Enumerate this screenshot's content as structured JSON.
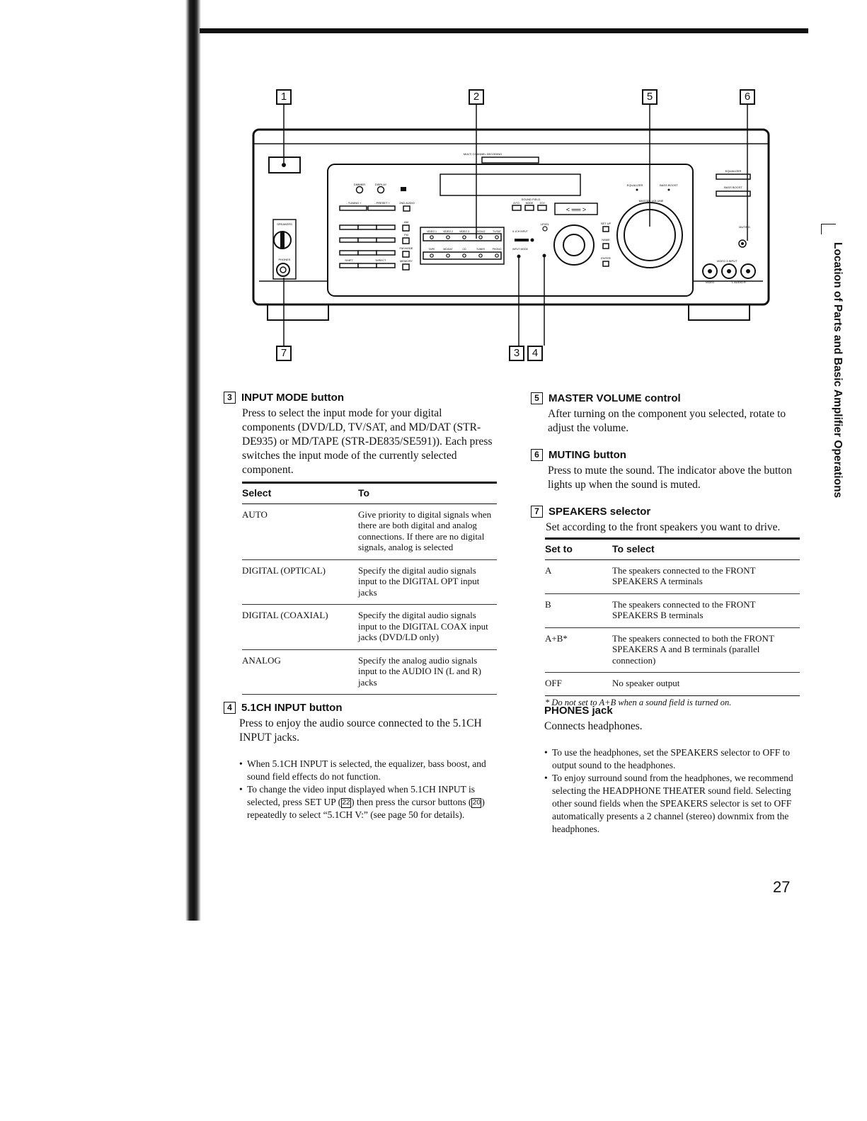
{
  "callouts": {
    "c1": "1",
    "c2": "2",
    "c3": "3",
    "c4": "4",
    "c5": "5",
    "c6": "6",
    "c7": "7"
  },
  "panel_labels": {
    "multi": "MULTI CHANNEL DECODING",
    "dimmer": "DIMMER",
    "display": "DISPLAY",
    "tuning": "- TUNING +",
    "preset": "- PRESET +",
    "twoch": "2ND AUDIO",
    "sound_field": "SOUND FIELD",
    "afd": "A.F.D.",
    "mode": "MODE",
    "rev": "2CH",
    "equalizer": "EQUALIZER",
    "bass_boost": "BASS BOOST",
    "master_volume": "MASTER VOLUME",
    "speakers": "SPEAKERS",
    "phones": "PHONES",
    "am": "AM",
    "fm": "FM",
    "fm_mode": "FM MODE",
    "shift": "SHIFT",
    "direct": "DIRECT",
    "memory": "MEMORY",
    "video1": "VIDEO 1",
    "video2": "VIDEO 2",
    "video3": "VIDEO 3",
    "dvd": "DVD/LD",
    "tvsat": "TV/SAT",
    "tape": "TAPE",
    "mddat": "MD/DAT",
    "cd": "CD",
    "tuner": "TUNER",
    "phono": "PHONO",
    "ch_input": "5.1CH INPUT",
    "input_mode": "INPUT MODE",
    "level": "LEVEL",
    "set_up": "SET UP",
    "name": "NAME",
    "enter": "ENTER",
    "muting": "MUTING",
    "video3_input": "VIDEO 3 INPUT",
    "video": "VIDEO",
    "audio": "L AUDIO R"
  },
  "input_mode": {
    "number": "3",
    "title": "INPUT MODE button",
    "desc": "Press to select the input mode for your digital components (DVD/LD, TV/SAT, and MD/DAT (STR-DE935) or MD/TAPE (STR-DE835/SE591)). Each press switches the input mode of the currently selected component.",
    "col_select": "Select",
    "col_to": "To",
    "rows": [
      {
        "select": "AUTO",
        "to": "Give priority to digital signals when there are both digital and analog connections. If there are no digital signals, analog is selected"
      },
      {
        "select": "DIGITAL (OPTICAL)",
        "to": "Specify the digital audio signals input to the DIGITAL OPT input jacks"
      },
      {
        "select": "DIGITAL (COAXIAL)",
        "to": "Specify the digital audio signals input to the DIGITAL COAX input jacks (DVD/LD only)"
      },
      {
        "select": "ANALOG",
        "to": "Specify the analog audio signals input to the AUDIO IN (L and R) jacks"
      }
    ]
  },
  "ch51": {
    "number": "4",
    "title": "5.1CH INPUT button",
    "desc": "Press to enjoy the audio source connected to the 5.1CH INPUT jacks.",
    "bullet1": "When 5.1CH INPUT is selected, the equalizer, bass boost, and sound field effects do not function.",
    "bullet2_a": "To change the video input displayed when 5.1CH INPUT is selected, press SET UP (",
    "bullet2_ref1": "22",
    "bullet2_b": ") then press the cursor buttons (",
    "bullet2_ref2": "20",
    "bullet2_c": ") repeatedly to select “5.1CH V:” (see page 50 for details)."
  },
  "master_volume": {
    "number": "5",
    "title": "MASTER VOLUME control",
    "desc": "After turning on the component you selected, rotate to adjust the volume."
  },
  "muting": {
    "number": "6",
    "title": "MUTING button",
    "desc": "Press to mute the sound. The indicator above the button lights up when the sound is muted."
  },
  "speakers": {
    "number": "7",
    "title": "SPEAKERS selector",
    "desc": "Set according to the front speakers you want to drive.",
    "col_set": "Set to",
    "col_select": "To select",
    "rows": [
      {
        "set": "A",
        "select": "The speakers connected to the FRONT SPEAKERS A terminals"
      },
      {
        "set": "B",
        "select": "The speakers connected to the FRONT SPEAKERS B terminals"
      },
      {
        "set": "A+B*",
        "select": "The speakers connected to both the FRONT SPEAKERS A and B terminals (parallel connection)"
      },
      {
        "set": "OFF",
        "select": "No speaker output"
      }
    ],
    "footnote": "* Do not set to A+B when a sound field is turned on."
  },
  "phones": {
    "title": "PHONES jack",
    "desc": "Connects headphones.",
    "bullet1": "To use the headphones, set the SPEAKERS selector to OFF to output sound to the headphones.",
    "bullet2": "To enjoy surround sound from the headphones, we recommend selecting the HEADPHONE THEATER sound field. Selecting other sound fields when the SPEAKERS selector is set to OFF automatically presents a 2 channel (stereo) downmix from the headphones."
  },
  "side_tab": "Location of Parts and Basic Amplifier Operations",
  "page_number": "27"
}
